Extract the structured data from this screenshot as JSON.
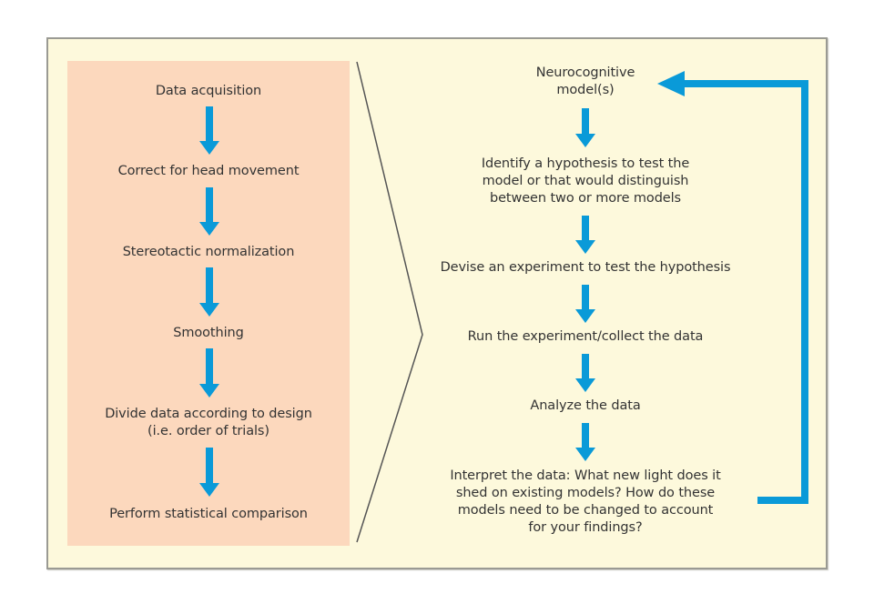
{
  "diagram": {
    "colors": {
      "frame_background": "#fdf9dc",
      "frame_border": "#9a9a93",
      "left_panel_background": "#fcd8bd",
      "arrow": "#0a9ad8",
      "text": "#333333",
      "bracket_line": "#555555"
    },
    "left_pipeline": {
      "steps": [
        {
          "id": "data-acquisition",
          "lines": [
            "Data acquisition"
          ]
        },
        {
          "id": "correct-head-movement",
          "lines": [
            "Correct for head movement"
          ]
        },
        {
          "id": "stereotactic-normalization",
          "lines": [
            "Stereotactic normalization"
          ]
        },
        {
          "id": "smoothing",
          "lines": [
            "Smoothing"
          ]
        },
        {
          "id": "divide-data",
          "lines": [
            "Divide data according to design",
            "(i.e. order of trials)"
          ]
        },
        {
          "id": "statistical-comparison",
          "lines": [
            "Perform statistical comparison"
          ]
        }
      ]
    },
    "right_cycle": {
      "steps": [
        {
          "id": "neurocognitive-models",
          "lines": [
            "Neurocognitive",
            "model(s)"
          ]
        },
        {
          "id": "identify-hypothesis",
          "lines": [
            "Identify a hypothesis to test the",
            "model or that would distinguish",
            "between two or more models"
          ]
        },
        {
          "id": "devise-experiment",
          "lines": [
            "Devise an experiment to test the hypothesis"
          ]
        },
        {
          "id": "run-experiment",
          "lines": [
            "Run the experiment/collect the data"
          ]
        },
        {
          "id": "analyze-data",
          "lines": [
            "Analyze the data"
          ]
        },
        {
          "id": "interpret-data",
          "lines": [
            "Interpret the data: What new light does it",
            "shed on existing models? How do these",
            "models need to be changed to account",
            "for your findings?"
          ]
        }
      ],
      "feedback_arrow": {
        "from": "interpret-data",
        "to": "neurocognitive-models"
      }
    },
    "expansion_bracket": {
      "from": "left_pipeline",
      "to": "run-experiment"
    }
  }
}
